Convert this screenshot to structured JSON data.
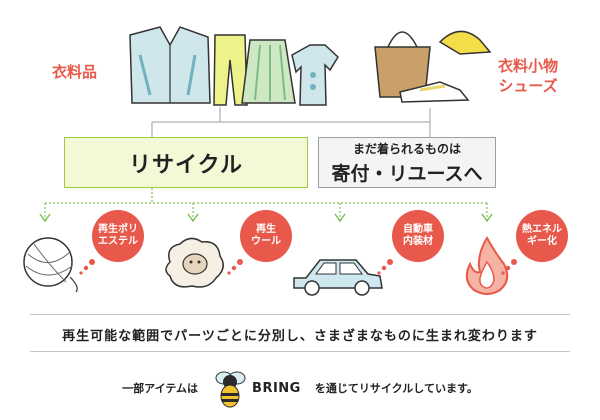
{
  "categories": {
    "clothing": "衣料品",
    "accessories_line1": "衣料小物",
    "accessories_line2": "シューズ"
  },
  "boxes": {
    "recycle": "リサイクル",
    "reuse_line1": "まだ着られるものは",
    "reuse_line2": "寄付・リユースへ"
  },
  "outcomes": [
    {
      "label": "再生ポリ\nエステル",
      "icon": "yarn-ball-icon"
    },
    {
      "label": "再生\nウール",
      "icon": "sheep-icon"
    },
    {
      "label": "自動車\n内装材",
      "icon": "car-icon"
    },
    {
      "label": "熱エネル\nギー化",
      "icon": "flame-icon"
    }
  ],
  "bottom_note": "再生可能な範囲でパーツごとに分別し、さまざまなものに生まれ変わります",
  "footer": {
    "prefix": "一部アイテムは",
    "brand": "BRING",
    "suffix": "を通じてリサイクルしています。"
  },
  "colors": {
    "accent_red": "#e8594b",
    "green": "#9ccb3b",
    "arrow_green": "#7fbf5a"
  }
}
